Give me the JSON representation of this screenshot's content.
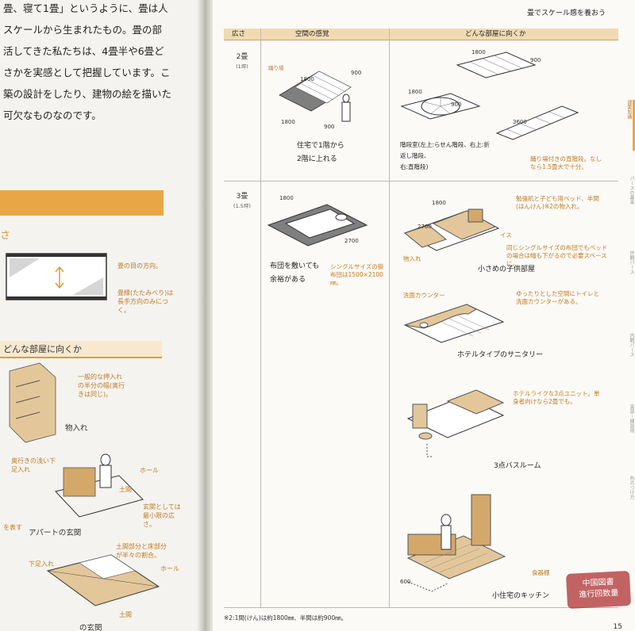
{
  "left_page": {
    "intro_lines": [
      "畳、寝て1畳」というように、畳は人",
      "スケールから生まれたもの。畳の部",
      "活してきた私たちは、4畳半や6畳ど",
      "さかを実感として把握しています。こ",
      "築の設計をしたり、建物の絵を描いた",
      "可欠なものなのです。"
    ],
    "section_char": "さ",
    "tatami_notes": [
      "畳の目の方向。",
      "畳縁(たたみべり)は長手方向のみにつく。"
    ],
    "banner": "どんな部屋に向くか",
    "oshiire_note": "一般的な押入れの半分の幅(奥行きは同じ)。",
    "oshiire_label": "物入れ",
    "genkan_notes": [
      "奥行きの浅い下足入れ",
      "ホール",
      "玄関としては最小限の広さ。",
      "土間",
      "を表す"
    ],
    "genkan_label": "アパートの玄関",
    "bottom_notes": [
      "下足入れ",
      "土間部分と床部分が半々の割合。",
      "ホール",
      "土間"
    ],
    "bottom_label": "の玄関"
  },
  "right_page": {
    "running_head": "畳でスケール感を養おう",
    "table_headers": {
      "size": "広さ",
      "sense": "空間の感覚",
      "room": "どんな部屋に向くか"
    },
    "rows": [
      {
        "size": "2畳",
        "size_sub": "(1坪)",
        "sense_caption": [
          "住宅で1階から",
          "2階に上れる"
        ],
        "sense_note": "踊り場",
        "dims": [
          "1800",
          "900",
          "1800",
          "900"
        ],
        "room_captions": [
          "階段室(左上:らせん階段、右上:折返し階段、",
          "右:直階段)"
        ],
        "room_dims": [
          "1800",
          "900",
          "1800",
          "900",
          "3600"
        ],
        "room_note": "踊り場付きの直階段。なしなら1.5畳大で十分。"
      },
      {
        "size": "3畳",
        "size_sub": "(1.5坪)",
        "sense_caption": [
          "布団を敷いても",
          "余裕がある"
        ],
        "sense_note": "シングルサイズの掛布団は1500×2100㎜。",
        "dims": [
          "1800",
          "2700"
        ],
        "rooms": [
          {
            "label": "小さめの子供部屋",
            "notes": [
              "勉強机と子ども用ベッド、半間(はんけん)※2の物入れ。",
              "イス",
              "同じシングルサイズの布団でもベッドの場合は幅も下がるので必要スペースに。",
              "物入れ"
            ],
            "dims": [
              "1800",
              "2700"
            ]
          },
          {
            "label": "ホテルタイプのサニタリー",
            "notes": [
              "洗面カウンター",
              "ゆったりとした空間にトイレと洗面カウンターがある。"
            ]
          },
          {
            "label": "3点バスルーム",
            "notes": [
              "ホテルライクな3点ユニット。単身者向けなら2畳でも。"
            ]
          },
          {
            "label": "小住宅のキッチン",
            "notes": [
              "食器棚"
            ],
            "dims": [
              "600"
            ]
          }
        ]
      }
    ],
    "side_tabs": [
      "建築知識",
      "パースの基本",
      "外観パース",
      "内観パース",
      "実習・練習用",
      "色のつけ方"
    ],
    "footnote": "※2:1間(けん)は約1800㎜、半間は約900㎜。",
    "page_number": "15",
    "watermark": [
      "中国図書",
      "進行回数量"
    ]
  },
  "colors": {
    "accent": "#e9a646",
    "wood": "#e3c79a",
    "grid_grey": "#8b8b8b",
    "note_orange": "#c27a22"
  }
}
